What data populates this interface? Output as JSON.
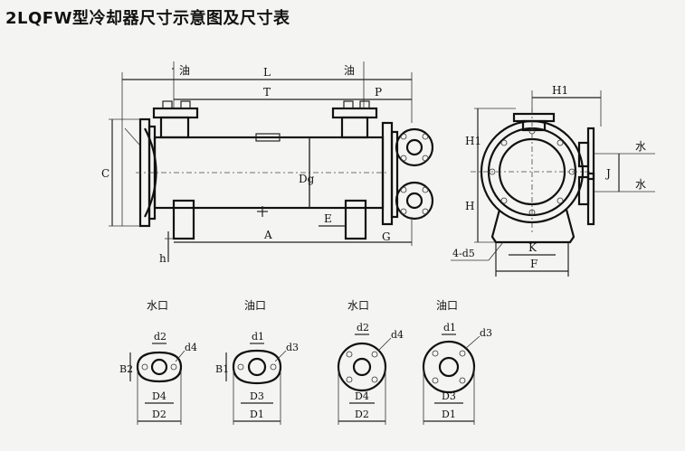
{
  "title": "2LQFW型冷却器尺寸示意图及尺寸表",
  "front_view": {
    "oil_top_left": "油",
    "oil_top_right": "油",
    "L": "L",
    "T": "T",
    "P": "P",
    "C": "C",
    "Dg": "Dg",
    "E": "E",
    "A": "A",
    "G": "G",
    "h": "h"
  },
  "side_view": {
    "H1_top": "H1",
    "H1_side": "H1",
    "H": "H",
    "J": "J",
    "water_top": "水",
    "water_bottom": "水",
    "K": "K",
    "F": "F",
    "holes": "4-d5"
  },
  "flanges": [
    {
      "title": "水口",
      "d_top": "d2",
      "d_corner": "d4",
      "b_side": "B2",
      "d_mid": "D4",
      "d_bottom": "D2"
    },
    {
      "title": "油口",
      "d_top": "d1",
      "d_corner": "d3",
      "b_side": "B1",
      "d_mid": "D3",
      "d_bottom": "D1"
    },
    {
      "title": "水口",
      "d_top": "d2",
      "d_corner": "d4",
      "d_mid": "D4",
      "d_bottom": "D2"
    },
    {
      "title": "油口",
      "d_top": "d1",
      "d_corner": "d3",
      "d_mid": "D3",
      "d_bottom": "D1"
    }
  ]
}
